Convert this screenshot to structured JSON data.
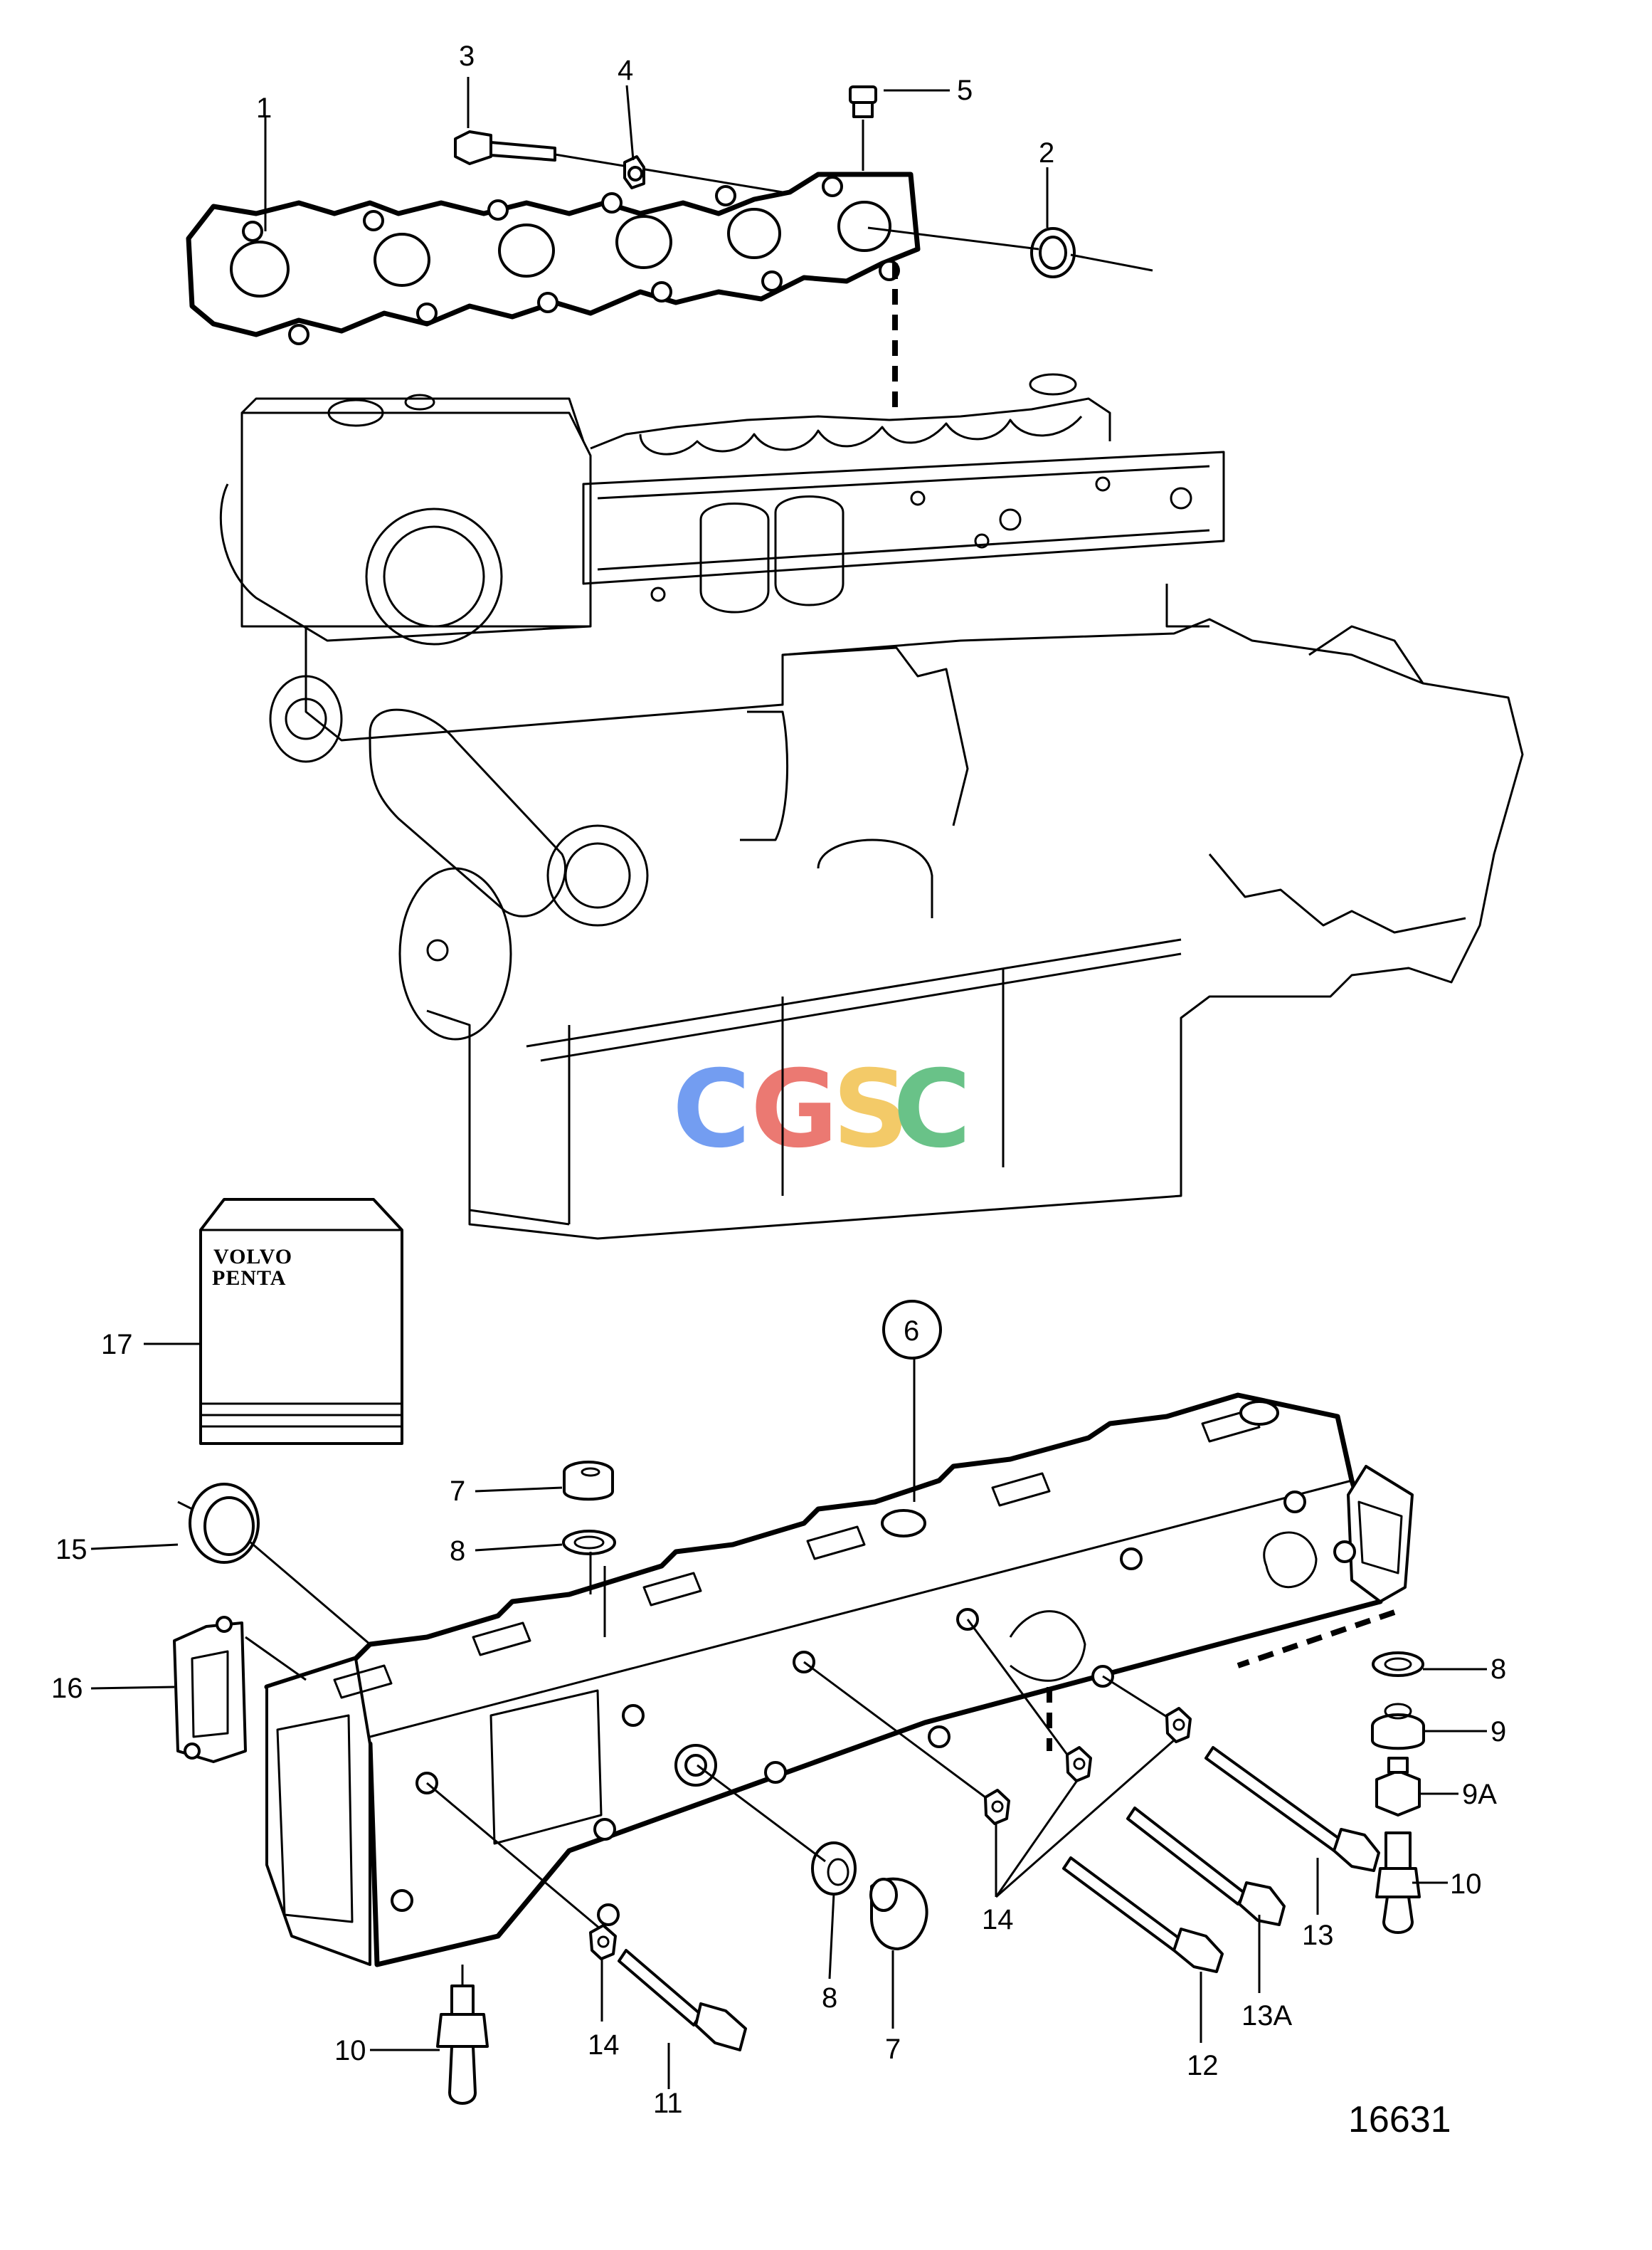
{
  "figure_number": "16631",
  "instruction_booklet": {
    "line1": "VOLVO",
    "line2": "PENTA"
  },
  "watermark": {
    "letters": [
      "C",
      "G",
      "S",
      "C"
    ],
    "colors": [
      "#5b8def",
      "#e8625a",
      "#f2c14e",
      "#4fb874"
    ]
  },
  "callouts": {
    "p1": "1",
    "p2": "2",
    "p3": "3",
    "p4": "4",
    "p5": "5",
    "p6": "6",
    "p7_top": "7",
    "p8_top": "8",
    "p8_bottom": "8",
    "p7_bottom": "7",
    "p8_right": "8",
    "p9": "9",
    "p9a": "9A",
    "p10_right": "10",
    "p10_left": "10",
    "p11": "11",
    "p12": "12",
    "p13": "13",
    "p13a": "13A",
    "p14_left": "14",
    "p14_mid": "14",
    "p15": "15",
    "p16": "16",
    "p17": "17"
  }
}
